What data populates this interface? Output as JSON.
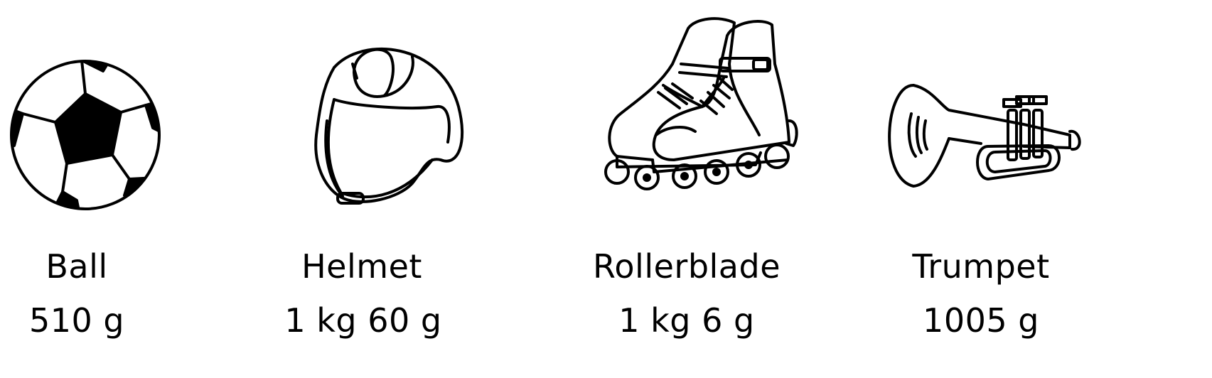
{
  "items": [
    {
      "name": "Ball",
      "weight": "510 g",
      "icon": "soccer-ball-icon"
    },
    {
      "name": "Helmet",
      "weight": "1 kg 60 g",
      "icon": "helmet-icon"
    },
    {
      "name": "Rollerblade",
      "weight": "1 kg 6 g",
      "icon": "rollerblade-icon"
    },
    {
      "name": "Trumpet",
      "weight": "1005 g",
      "icon": "trumpet-icon"
    }
  ]
}
